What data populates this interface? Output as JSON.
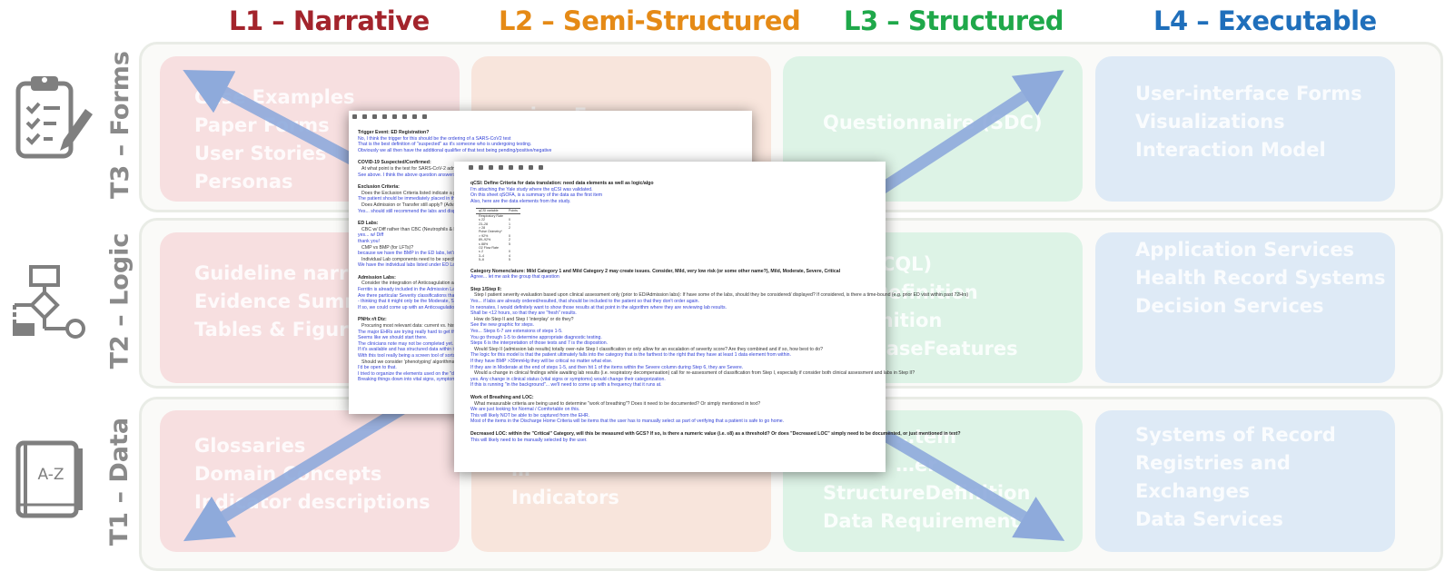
{
  "colors": {
    "l1": "#a3242c",
    "l2": "#e58a16",
    "l3": "#1fa84a",
    "l4": "#1f6fbb",
    "cell_l1": "#f7dfe0",
    "cell_l2": "#f8e5dc",
    "cell_l3": "#ddf3e6",
    "cell_l4": "#deeaf6",
    "arrow": "#8eaadb",
    "row_label": "#8a8a8a"
  },
  "columns": [
    {
      "prefix": "L1",
      "dash": " – ",
      "name": "Narrative"
    },
    {
      "prefix": "L2",
      "dash": " – ",
      "name": "Semi-Structured"
    },
    {
      "prefix": "L3",
      "dash": " – ",
      "name": "Structured"
    },
    {
      "prefix": "L4",
      "dash": " – ",
      "name": "Executable"
    }
  ],
  "rows": [
    {
      "label": "T3 – Forms",
      "icon": "clipboard-checklist-icon"
    },
    {
      "label": "T2 – Logic",
      "icon": "flowchart-icon"
    },
    {
      "label": "T1 – Data",
      "icon": "a-z-glossary-book-icon"
    }
  ],
  "cells": {
    "t3": {
      "l1": [
        "Case Examples",
        "Paper Forms",
        "User Stories",
        "Personas"
      ],
      "l2": [
        "…view E…"
      ],
      "l3": [
        "Questionnaire (SDC)"
      ],
      "l4": [
        "User-interface Forms",
        "Visualizations",
        "Interaction Model"
      ]
    },
    "t2": {
      "l1": [
        "Guideline narrat…",
        "Evidence Summ…",
        "Tables & Figures"
      ],
      "l2": [],
      "l3": [
        "… (CQL)",
        "…/Definition",
        "…finition",
        "… CaseFeatures"
      ],
      "l4": [
        "Application Services",
        "Health Record Systems",
        "Decision Services"
      ]
    },
    "t1": {
      "l1": [
        "Glossaries",
        "Domain Concepts",
        "Indicator descriptions"
      ],
      "l2": [
        "…",
        "Indicators"
      ],
      "l3": [
        "…tem",
        "…er",
        "StructureDefinition",
        "Data Requirements"
      ],
      "l4": [
        "Systems of Record",
        "Registries and",
        "Exchanges",
        "Data Services"
      ]
    }
  },
  "doc_back": {
    "lines": [
      {
        "k": "q",
        "t": "Trigger Event: ED Registration?"
      },
      {
        "k": "a",
        "t": "No, I think the trigger for this should be the ordering of a SARS-CoV2 test"
      },
      {
        "k": "a",
        "t": "That is the best definition of \"suspected\" as it's someone who is undergoing testing."
      },
      {
        "k": "a",
        "t": "Obviously we all then have the additional qualifier of that test being pending/positive/negative"
      },
      {
        "k": "q",
        "t": "COVID-19 Suspected/Confirmed:"
      },
      {
        "k": "n",
        "t": "At what point is the test for SARS-CoV-2 administered"
      },
      {
        "k": "a",
        "t": "See above. I think the above question answers this."
      },
      {
        "k": "q",
        "t": "Exclusion Criteria:"
      },
      {
        "k": "n",
        "t": "Does the Exclusion Criteria listed indicate a patient sh"
      },
      {
        "k": "a",
        "t": "The patient should be immediately placed in the Critical category"
      },
      {
        "k": "n",
        "t": "Does Admission or Transfer still apply? (Advantage to"
      },
      {
        "k": "a",
        "t": "Yes... should still recommend the labs and disposition within the"
      },
      {
        "k": "q",
        "t": "ED Labs:"
      },
      {
        "k": "n",
        "t": "CBC w/ Diff rather than CBC (Neutrophils & Lymphocy"
      },
      {
        "k": "a",
        "t": "yes... w/ Diff"
      },
      {
        "k": "a",
        "t": "thank you!"
      },
      {
        "k": "n",
        "t": "CMP vs BMP (for LFTs)?"
      },
      {
        "k": "a",
        "t": "because we have the BMP in the ED labs, let's keep it the way w"
      },
      {
        "k": "n",
        "t": "Individual Lab components need to be specified (vs ju"
      },
      {
        "k": "a",
        "t": "We have the individual labs listed under ED Labs and Admission"
      },
      {
        "k": "q",
        "t": "Admission Labs:"
      },
      {
        "k": "n",
        "t": "Consider the integration of Anticoagulation admission"
      },
      {
        "k": "a",
        "t": "Ferritin is already included in the Admission Labs"
      },
      {
        "k": "a",
        "t": "Are there particular Severity classifications that the Anticoagulati"
      },
      {
        "k": "a",
        "t": "- thinking that it might only be the Moderate, Severe, and Critica"
      },
      {
        "k": "a",
        "t": "If so, we could come up with an Anticoagulation Labs category ar"
      },
      {
        "k": "q",
        "t": "PNHx r/t Dtz:"
      },
      {
        "k": "n",
        "t": "Procuring most relevant data: current vs. historic data"
      },
      {
        "k": "a",
        "t": "The major EHRs are trying really hard to get their Problem List to"
      },
      {
        "k": "a",
        "t": "Seems like we should start there."
      },
      {
        "k": "a",
        "t": "The clinicians note may not be completed yet."
      },
      {
        "k": "a",
        "t": "If it's available and has structured data within it, then by all mean"
      },
      {
        "k": "a",
        "t": "With this tool really being a screen tool of sorts, gathering data fr"
      },
      {
        "k": "n",
        "t": "Should we consider 'phenotyping' algorithms to draw"
      },
      {
        "k": "a",
        "t": "I'd be open to that."
      },
      {
        "k": "a",
        "t": "I tried to organize the elements used on the \"data elements\" tab i"
      },
      {
        "k": "a",
        "t": "Breaking things down into vital signs, symptoms, labs, etc."
      }
    ]
  },
  "doc_front": {
    "lines_top": [
      {
        "k": "q",
        "t": "qCSI: Define Criteria for data translation: need data elements as well as logic/algo"
      },
      {
        "k": "a",
        "t": "I'm attaching the Yale study where the qCSI was validated."
      },
      {
        "k": "a",
        "t": "On this sheet qSOFA, is a summary of the data as the first item"
      },
      {
        "k": "a",
        "t": "Also, here are the data elements from the study."
      }
    ],
    "mini_table": {
      "header": [
        "qCSI variable",
        "Points"
      ],
      "rows": [
        [
          "Respiratory Rate",
          ""
        ],
        [
          "  ≤ 22",
          "0"
        ],
        [
          "  23–28",
          "1"
        ],
        [
          "  > 28",
          "2"
        ],
        [
          "Pulse Oximetry*",
          ""
        ],
        [
          "  > 92%",
          "0"
        ],
        [
          "  89–92%",
          "2"
        ],
        [
          "  ≤ 88%",
          "5"
        ],
        [
          "O2 Flow Rate",
          ""
        ],
        [
          "  ≤ 2",
          "0"
        ],
        [
          "  3–4",
          "4"
        ],
        [
          "  5–6",
          "5"
        ]
      ]
    },
    "lines_bottom": [
      {
        "k": "q",
        "t": "Category Nomenclature: Mild Category 1 and Mild Category 2 may create issues. Consider, Mild, very low risk (or some other name?), Mild, Moderate, Severe, Critical"
      },
      {
        "k": "a",
        "t": "Agree... let me ask the group that question"
      },
      {
        "k": "q",
        "t": "Step 1/Step II:"
      },
      {
        "k": "n",
        "t": "Step I patient severity evaluation based upon clinical assessment only (prior to ED/Admission labs): If have some of the labs, should they be considered/ displayed?  If considered, is there a time-bound (e.g. prior ED visit within past 72Hrs)"
      },
      {
        "k": "a",
        "t": "Yes... if labs are already ordered/resulted, that should be included to the patient so that they don't order again."
      },
      {
        "k": "a",
        "t": "In neonates, I would definitely want to show those results at that point in the algorithm where they are reviewing lab results."
      },
      {
        "k": "a",
        "t": "Shall be <12 hours, so that they are \"fresh\" results."
      },
      {
        "k": "n",
        "t": "How do Step II and Step I 'interplay' or do they?"
      },
      {
        "k": "a",
        "t": "See the new graphic for steps."
      },
      {
        "k": "a",
        "t": "Yes... Steps 6-7 are extensions of steps 1-5."
      },
      {
        "k": "a",
        "t": "You go through 1-5 to determine appropriate diagnostic testing."
      },
      {
        "k": "a",
        "t": "Steps 6 is the interpretation of those tests and 7 is the disposition."
      },
      {
        "k": "n",
        "t": "Would Step II (admission lab results) totally over-rule Step I classification or only allow for an escalation of severity score?  Are they combined and if so, how best to do?"
      },
      {
        "k": "a",
        "t": "The logic for this model is that the patient ultimately falls into the category that is the farthest to the right that they have at least 1 data element from within."
      },
      {
        "k": "a",
        "t": "If they have BMP >39mmHg they will be critical no matter what else."
      },
      {
        "k": "a",
        "t": "If they are in Moderate at the end of steps 1-5, and then hit 1 of the items within the Severe column during Step 6, they are Severe."
      },
      {
        "k": "n",
        "t": "Would a change in clinical findings while awaiting lab results (i.e. respiratory decompensation) call for re-assessment of classification from Step I, especially if consider both clinical assessment and labs in Step II?"
      },
      {
        "k": "a",
        "t": "yes. Any change in clinical status (vital signs or symptoms) would change their categorization."
      },
      {
        "k": "a",
        "t": "If this is running \"in the background\"... we'll need to come up with a frequency that it runs at."
      },
      {
        "k": "q",
        "t": "Work of Breathing and LOC:"
      },
      {
        "k": "n",
        "t": "What measurable criteria are being used to determine \"work of breathing\"?  Does it need to be documented? Or simply mentioned in text?"
      },
      {
        "k": "a",
        "t": "We are just looking for Normal / Comfortable on this."
      },
      {
        "k": "a",
        "t": "This will likely NOT be able to be captured from the EHR."
      },
      {
        "k": "a",
        "t": "Most of the items in the Discharge Home Criteria will be items that the user has to manually select as part of verifying that a patient is safe to go home."
      },
      {
        "k": "q",
        "t": "Decreased LOC: within the \"Critical\" Category, will this be measured with GCS? If so, is there a numeric value (i.e. ≤8) as a threshold?  Or does \"Decreased LOC\" simply need to be documented, or just mentioned in text?"
      },
      {
        "k": "a",
        "t": "This will likely need to be manually selected by the user."
      }
    ]
  }
}
